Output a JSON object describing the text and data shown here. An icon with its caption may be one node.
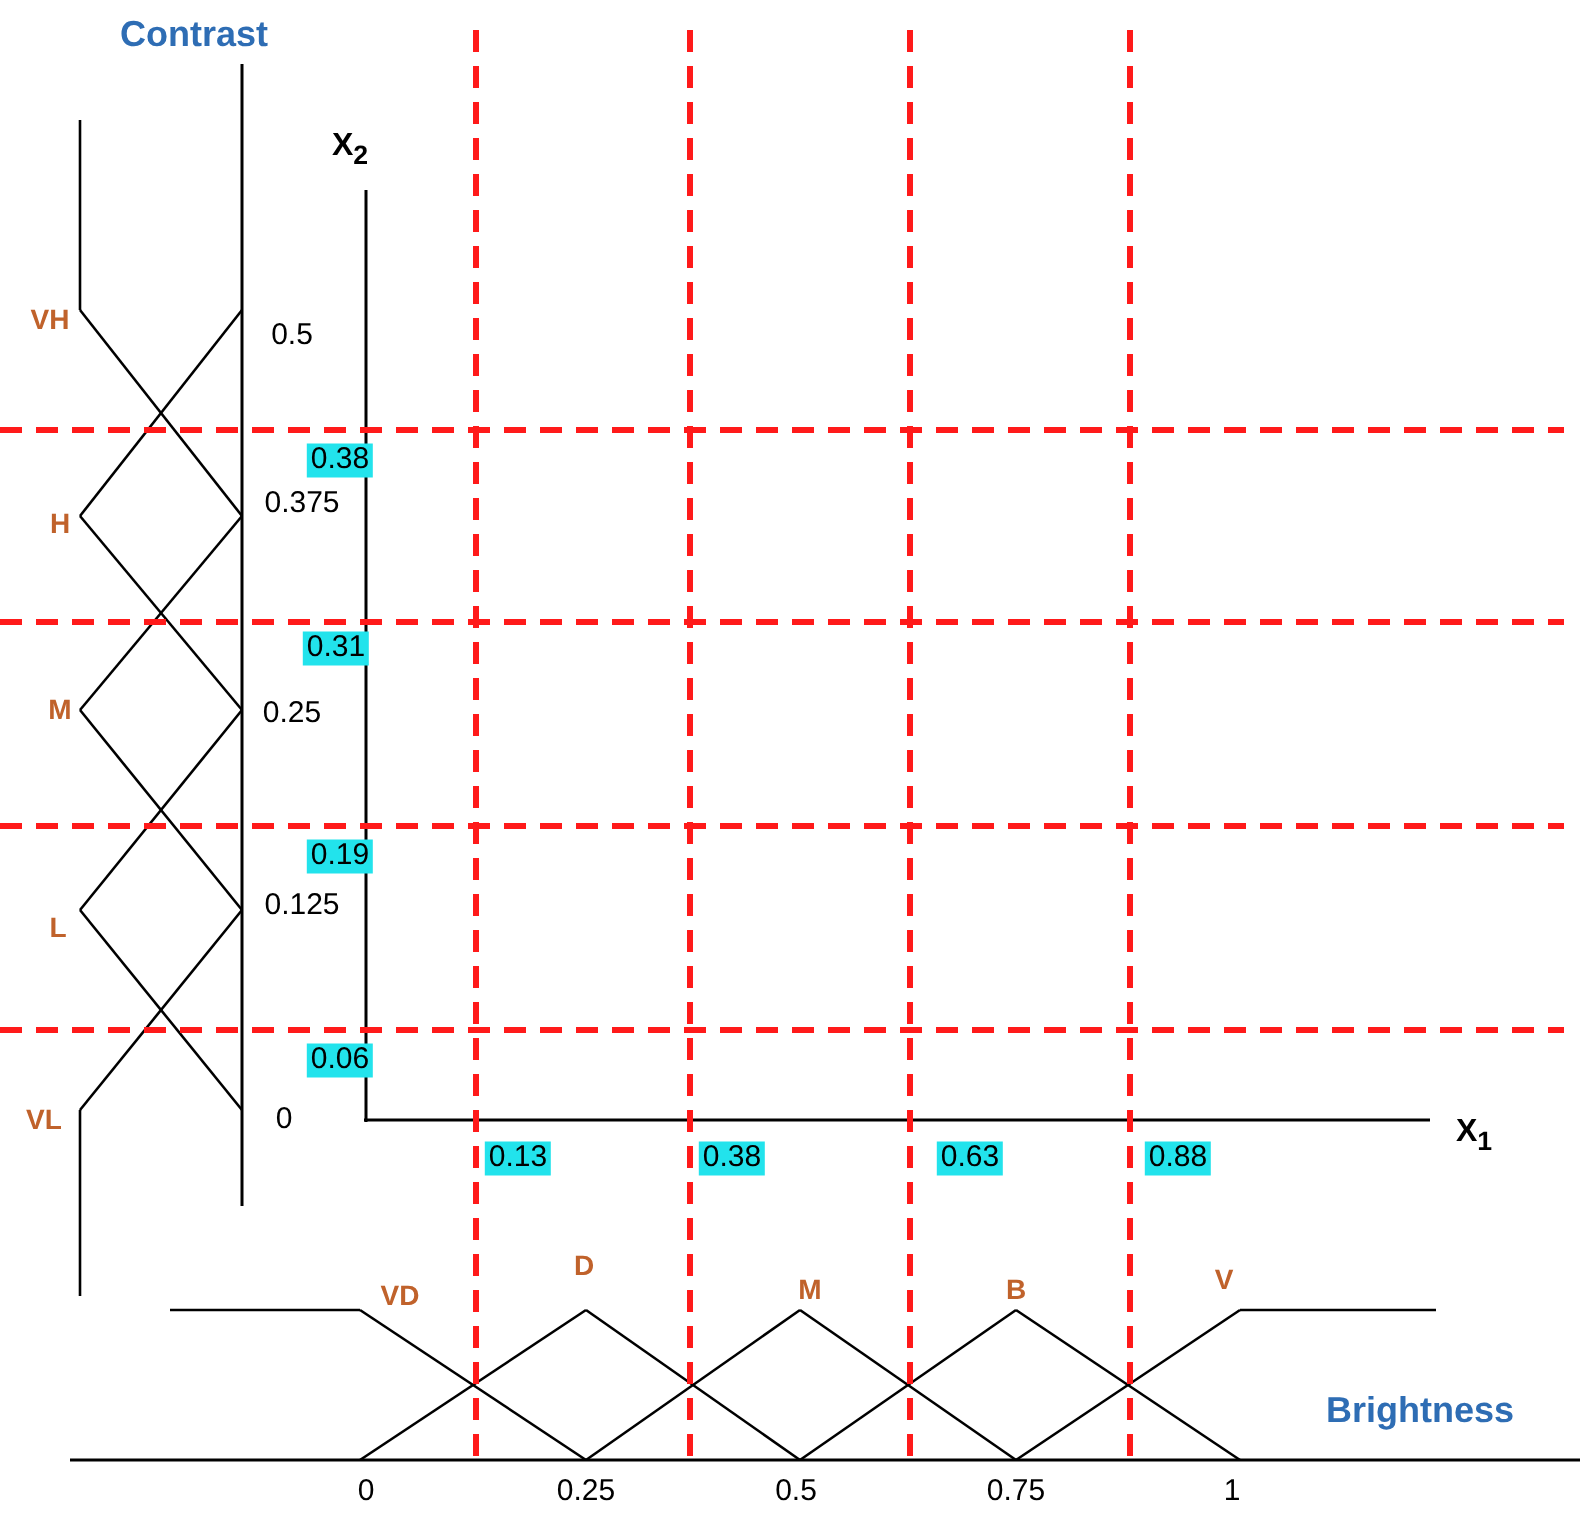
{
  "diagram": {
    "labels": [
      "Contrast",
      "X$_{2}$",
      "VH",
      "0.5",
      "0.38",
      "H",
      "0.375",
      "0.31",
      "M",
      "0.25",
      "0.19",
      "L",
      "0.125",
      "0.06",
      "VL",
      "0",
      "0.13",
      "0.38",
      "0.63",
      "0.88",
      "X$_{1}$",
      "VD",
      "D",
      "M",
      "B",
      "V",
      "Brightness",
      "0",
      "0.25",
      "0.5",
      "0.75",
      "1"
    ]
  }
}
